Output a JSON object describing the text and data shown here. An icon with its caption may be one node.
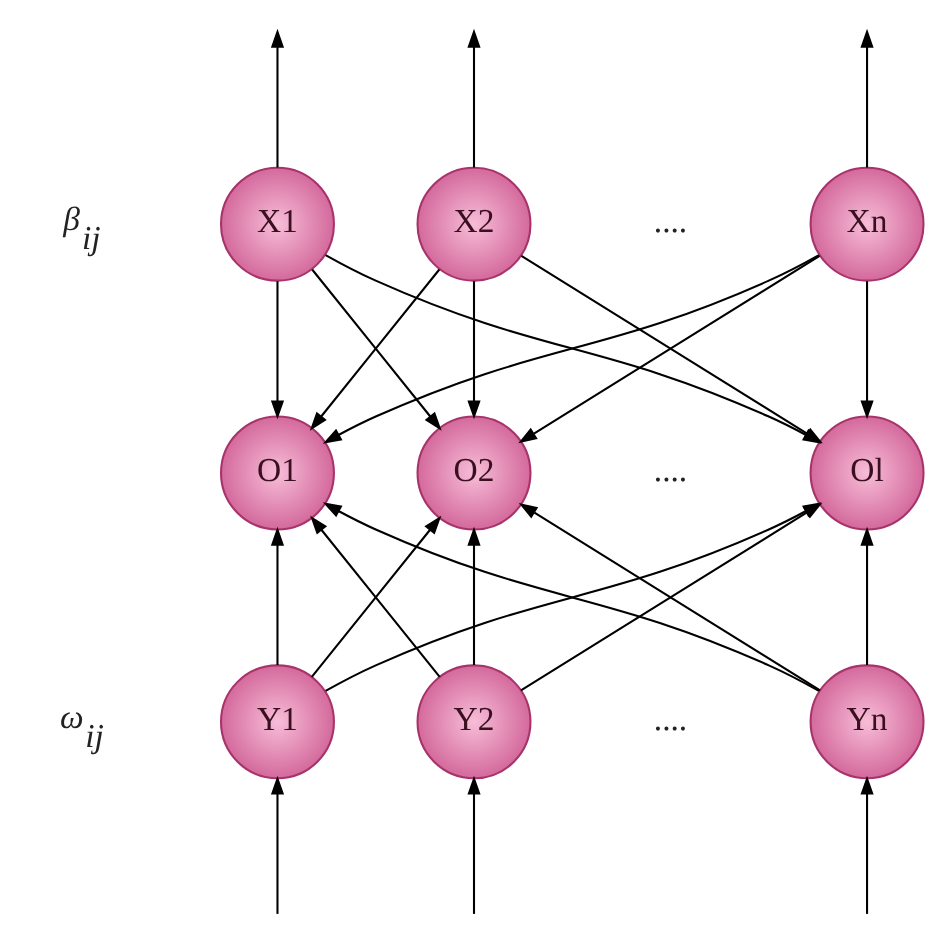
{
  "diagram": {
    "nodes": [
      {
        "text": [
          "X1"
        ]
      },
      {
        "text": [
          "X2"
        ]
      },
      {
        "text": [
          "Xn"
        ]
      },
      {
        "text": [
          "O1"
        ]
      },
      {
        "text": [
          "O2"
        ]
      },
      {
        "text": [
          "Ol"
        ]
      },
      {
        "text": [
          "Y1"
        ]
      },
      {
        "text": [
          "Y2"
        ]
      },
      {
        "text": [
          "Yn"
        ]
      }
    ],
    "edges": [
      {
        "from": 0,
        "to": null,
        "arrow": "to"
      },
      {
        "from": 1,
        "to": null,
        "arrow": "to"
      },
      {
        "from": 2,
        "to": null,
        "arrow": "to"
      },
      {
        "from": 0,
        "to": 3,
        "arrow": "to"
      },
      {
        "from": 0,
        "to": 4,
        "arrow": "to"
      },
      {
        "from": 0,
        "to": 5,
        "arrow": "to"
      },
      {
        "from": 1,
        "to": 3,
        "arrow": "to"
      },
      {
        "from": 1,
        "to": 4,
        "arrow": "to"
      },
      {
        "from": 1,
        "to": 5,
        "arrow": "to"
      },
      {
        "from": 2,
        "to": 3,
        "arrow": "to"
      },
      {
        "from": 2,
        "to": 4,
        "arrow": "to"
      },
      {
        "from": 2,
        "to": 5,
        "arrow": "to"
      },
      {
        "from": 6,
        "to": 3,
        "arrow": "to"
      },
      {
        "from": 6,
        "to": 4,
        "arrow": "to"
      },
      {
        "from": 6,
        "to": 5,
        "arrow": "to"
      },
      {
        "from": 7,
        "to": 3,
        "arrow": "to"
      },
      {
        "from": 7,
        "to": 4,
        "arrow": "to"
      },
      {
        "from": 7,
        "to": 5,
        "arrow": "to"
      },
      {
        "from": 8,
        "to": 3,
        "arrow": "to"
      },
      {
        "from": 8,
        "to": 4,
        "arrow": "to"
      },
      {
        "from": 8,
        "to": 5,
        "arrow": "to"
      },
      {
        "from": null,
        "to": 6,
        "arrow": "to"
      },
      {
        "from": null,
        "to": 7,
        "arrow": "to"
      },
      {
        "from": null,
        "to": 8,
        "arrow": "to"
      }
    ],
    "labels": [
      "....",
      "β$_{ij}$",
      "....",
      "....",
      "ω$_{ij}$"
    ]
  }
}
